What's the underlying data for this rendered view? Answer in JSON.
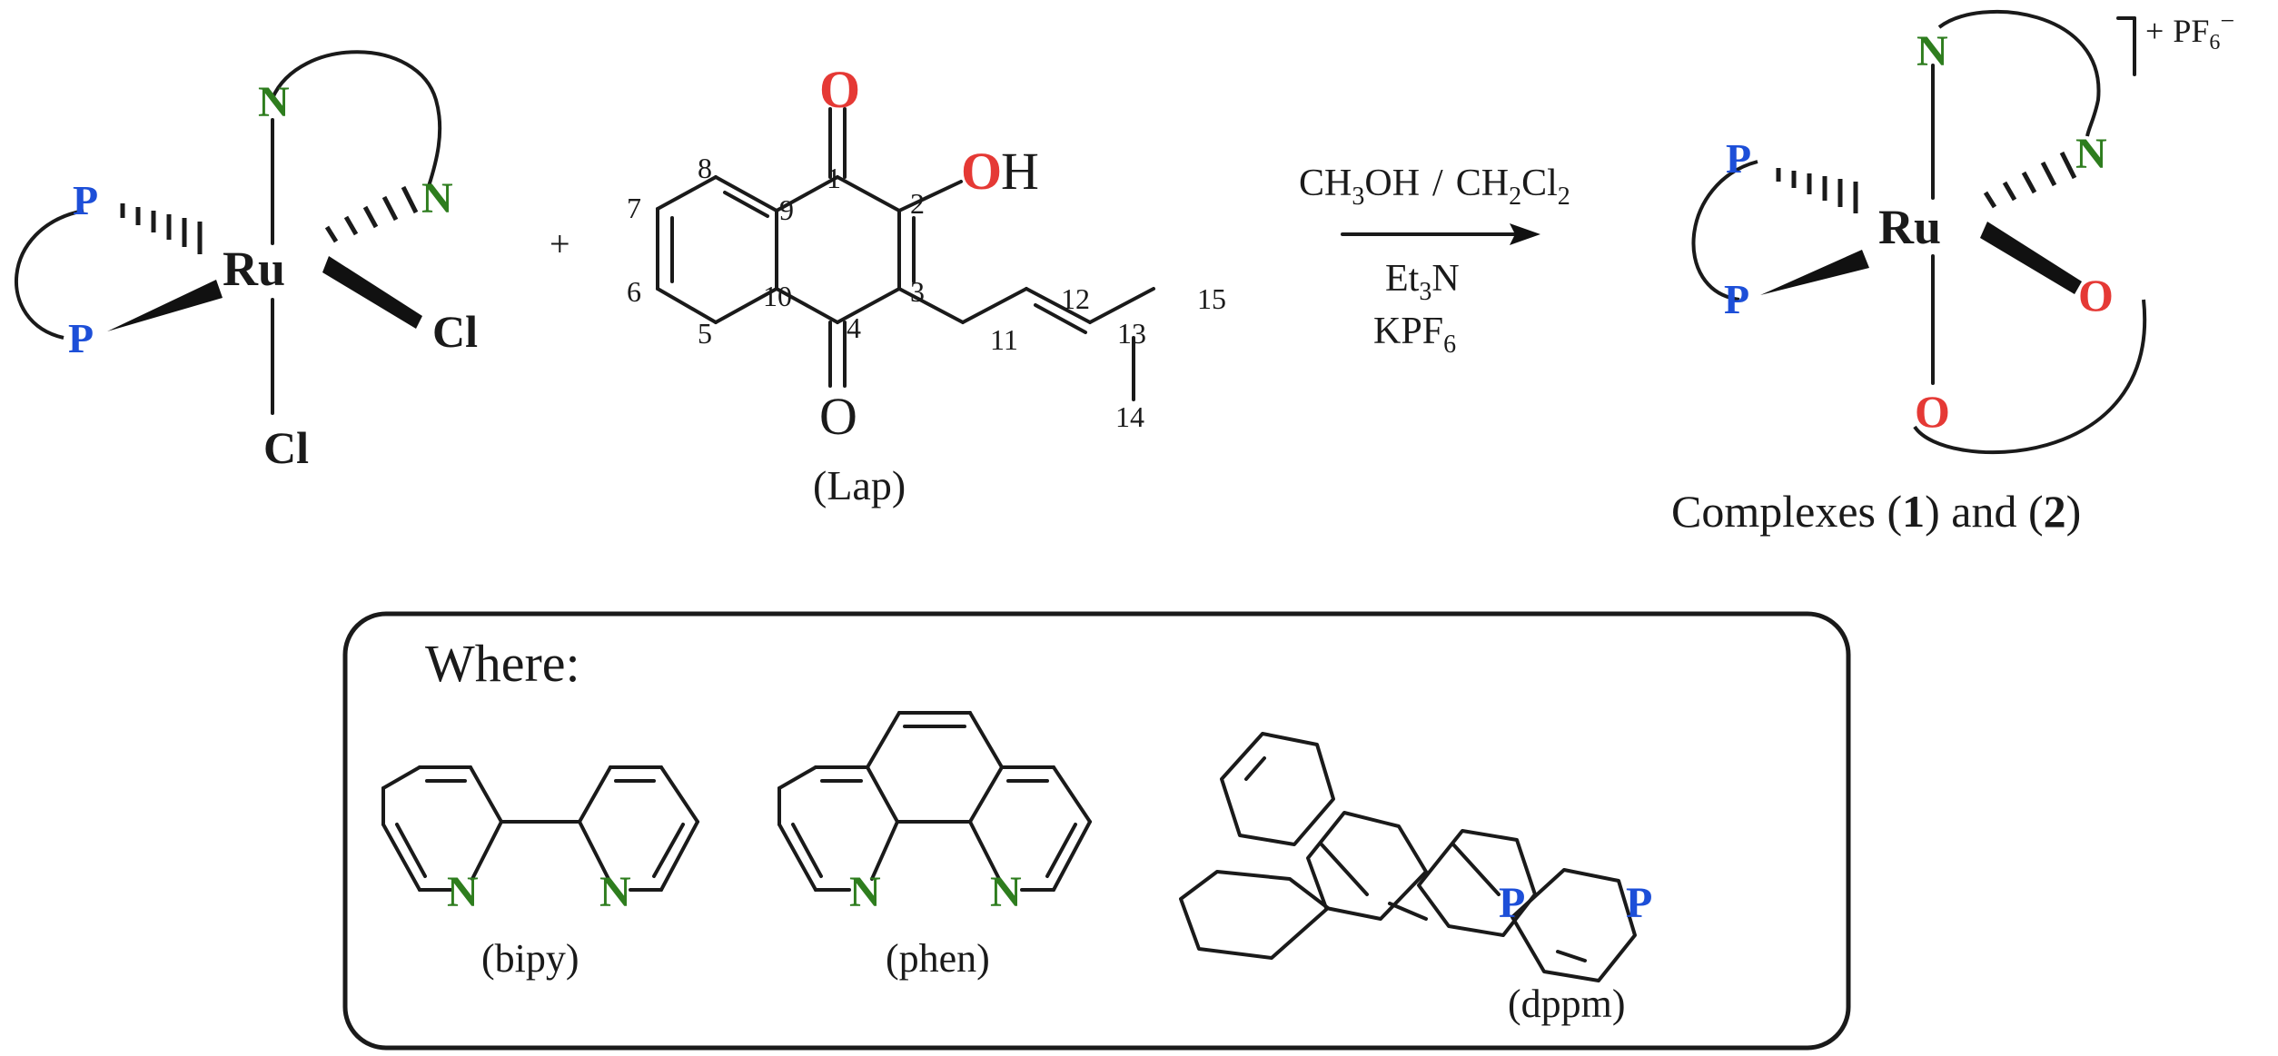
{
  "colors": {
    "nitrogen": "#2e7d1e",
    "phosphorus": "#1d4fd8",
    "oxygen": "#e53935",
    "bond": "#1a1a1a",
    "background": "#ffffff"
  },
  "precursor": {
    "metal": "Ru",
    "ligands": {
      "n_top": "N",
      "n_right": "N",
      "p_top": "P",
      "p_bottom": "P",
      "cl_right": "Cl",
      "cl_bottom": "Cl"
    }
  },
  "plus_sign": "+",
  "lapachol": {
    "label": "(Lap)",
    "atoms": {
      "o_top": "O",
      "o_bottom": "O",
      "oh_o": "O",
      "oh_h": "H"
    },
    "numbers": [
      "1",
      "2",
      "3",
      "4",
      "5",
      "6",
      "7",
      "8",
      "9",
      "10",
      "11",
      "12",
      "13",
      "14",
      "15"
    ]
  },
  "conditions": {
    "solvent_1": "CH",
    "solvent_1_sub": "3",
    "solvent_1_tail": "OH",
    "separator": "/",
    "solvent_2": "CH",
    "solvent_2_sub": "2",
    "solvent_2_tail": "Cl",
    "solvent_2_tail_sub": "2",
    "base": "Et",
    "base_sub": "3",
    "base_tail": "N",
    "salt": "KPF",
    "salt_sub": "6"
  },
  "product": {
    "metal": "Ru",
    "ligands": {
      "n_top": "N",
      "n_right": "N",
      "p_top": "P",
      "p_bottom": "P",
      "o_right": "O",
      "o_bottom": "O"
    },
    "charge": "+",
    "counterion": "PF",
    "counterion_sub": "6",
    "counterion_sup": "−",
    "caption_pre": "Complexes (",
    "caption_n1": "1",
    "caption_mid": ") and (",
    "caption_n2": "2",
    "caption_post": ")"
  },
  "legend": {
    "title": "Where:",
    "ligands": [
      {
        "label": "(bipy)",
        "atoms": [
          "N",
          "N"
        ]
      },
      {
        "label": "(phen)",
        "atoms": [
          "N",
          "N"
        ]
      },
      {
        "label": "(dppm)",
        "atoms": [
          "P",
          "P"
        ]
      }
    ]
  }
}
